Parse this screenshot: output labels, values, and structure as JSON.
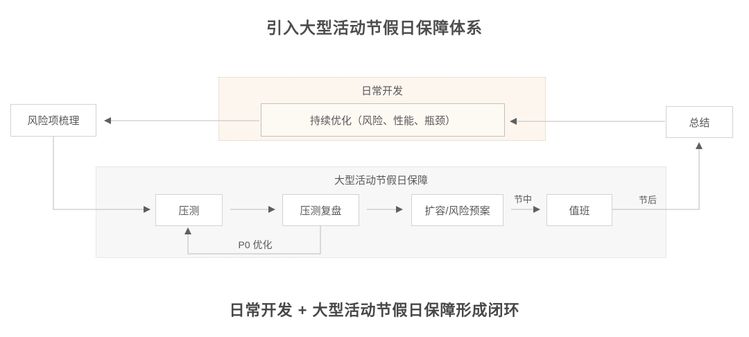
{
  "page": {
    "title": "引入大型活动节假日保障体系",
    "footer": "日常开发 + 大型活动节假日保障形成闭环"
  },
  "groups": {
    "daily_dev": {
      "label": "日常开发",
      "nodes": {
        "optimize": "持续优化（风险、性能、瓶颈）"
      }
    },
    "holiday": {
      "label": "大型活动节假日保障",
      "nodes": {
        "stress_test": "压测",
        "review": "压测复盘",
        "capacity_plan": "扩容/风险预案",
        "on_duty": "值班"
      }
    }
  },
  "nodes": {
    "risk_sorting": "风险项梳理",
    "summary": "总结"
  },
  "edge_labels": {
    "p0_optimize": "P0 优化",
    "during_festival": "节中",
    "after_festival": "节后"
  },
  "colors": {
    "daily_dev_bg": "#fdf6ef",
    "daily_dev_border": "#d8ccbe",
    "holiday_bg": "#f7f7f7",
    "holiday_border": "#d9d9d9",
    "node_border": "#d2d2d2",
    "connector_line": "#c9c9c9",
    "arrowhead": "#5f5f5f",
    "node_text": "#595959",
    "title_text": "#4d4d4d",
    "footer_text": "#474747"
  }
}
